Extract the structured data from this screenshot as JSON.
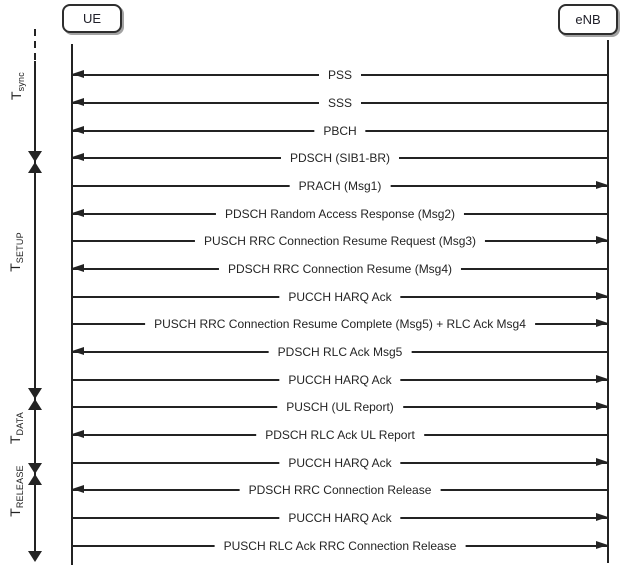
{
  "diagram": {
    "ue_label": "UE",
    "enb_label": "eNB"
  },
  "periods": [
    {
      "main": "T",
      "sub": "sync"
    },
    {
      "main": "T",
      "sub": "SETUP"
    },
    {
      "main": "T",
      "sub": "DATA"
    },
    {
      "main": "T",
      "sub": "RELEASE"
    }
  ],
  "messages": [
    {
      "label": "PSS",
      "direction": "left"
    },
    {
      "label": "SSS",
      "direction": "left"
    },
    {
      "label": "PBCH",
      "direction": "left"
    },
    {
      "label": "PDSCH (SIB1-BR)",
      "direction": "left"
    },
    {
      "label": "PRACH (Msg1)",
      "direction": "right"
    },
    {
      "label": "PDSCH Random Access Response (Msg2)",
      "direction": "left"
    },
    {
      "label": "PUSCH RRC Connection Resume Request (Msg3)",
      "direction": "right"
    },
    {
      "label": "PDSCH RRC Connection Resume (Msg4)",
      "direction": "left"
    },
    {
      "label": "PUCCH HARQ Ack",
      "direction": "right"
    },
    {
      "label": "PUSCH RRC Connection Resume Complete (Msg5) + RLC Ack Msg4",
      "direction": "right"
    },
    {
      "label": "PDSCH RLC Ack Msg5",
      "direction": "left"
    },
    {
      "label": "PUCCH HARQ Ack",
      "direction": "right"
    },
    {
      "label": "PUSCH (UL Report)",
      "direction": "right"
    },
    {
      "label": "PDSCH RLC Ack UL Report",
      "direction": "left"
    },
    {
      "label": "PUCCH HARQ Ack",
      "direction": "right"
    },
    {
      "label": "PDSCH RRC Connection Release",
      "direction": "left"
    },
    {
      "label": "PUCCH HARQ Ack",
      "direction": "right"
    },
    {
      "label": "PUSCH RLC Ack RRC Connection Release",
      "direction": "right"
    }
  ],
  "colors": {
    "line": "#232323",
    "text": "#242424",
    "background": "#ffffff"
  }
}
